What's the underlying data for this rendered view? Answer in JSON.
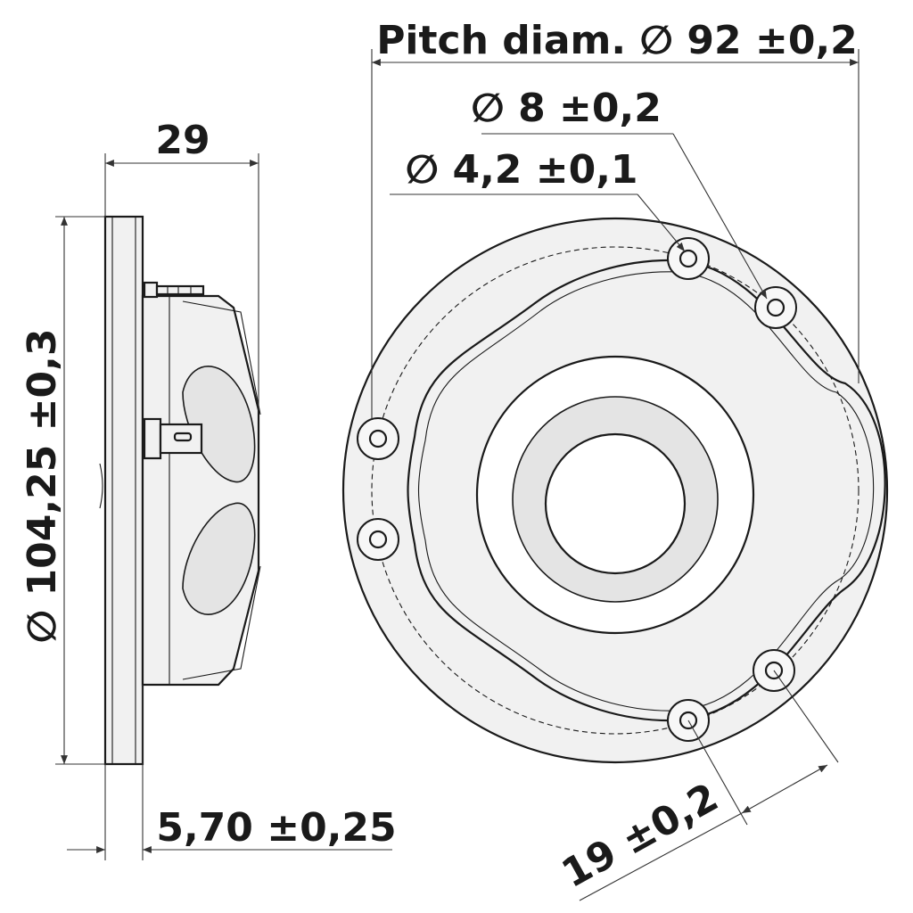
{
  "dimensions": {
    "pitch_diameter": "Pitch diam. ∅ 92 ±0,2",
    "hole_large": "∅ 8 ±0,2",
    "hole_small": "∅ 4,2 ±0,1",
    "depth": "29",
    "outer_diameter": "∅ 104,25 ±0,3",
    "flange_thickness": "5,70 ±0,25",
    "hole_spacing": "19 ±0,2"
  }
}
